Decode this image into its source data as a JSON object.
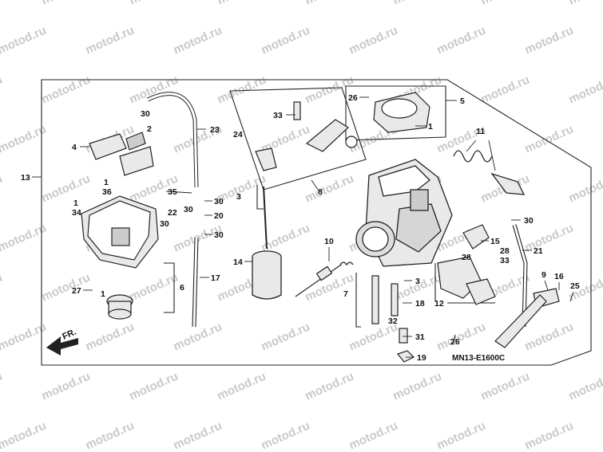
{
  "watermark_text": "motod.ru",
  "diagram_code": "MN13-E1600C",
  "front_arrow_label": "FR.",
  "colors": {
    "line": "#222222",
    "watermark": "#c9c9c9",
    "part_fill": "#e9e9e9"
  },
  "callouts": {
    "c1a": "1",
    "c1b": "1",
    "c1c": "1",
    "c1d": "1",
    "c2": "2",
    "c3a": "3",
    "c3b": "3",
    "c4": "4",
    "c5": "5",
    "c6": "6",
    "c7": "7",
    "c8": "8",
    "c9": "9",
    "c10": "10",
    "c11": "11",
    "c12": "12",
    "c13": "13",
    "c14": "14",
    "c15": "15",
    "c16": "16",
    "c17": "17",
    "c18": "18",
    "c19": "19",
    "c20": "20",
    "c21": "21",
    "c22": "22",
    "c23": "23",
    "c24": "24",
    "c25": "25",
    "c26a": "26",
    "c26b": "26",
    "c27": "27",
    "c28a": "28",
    "c28b": "28",
    "c30a": "30",
    "c30b": "30",
    "c30c": "30",
    "c30d": "30",
    "c30e": "30",
    "c30f": "30",
    "c31": "31",
    "c32": "32",
    "c33a": "33",
    "c33b": "33",
    "c34": "34",
    "c35": "35",
    "c36": "36"
  }
}
